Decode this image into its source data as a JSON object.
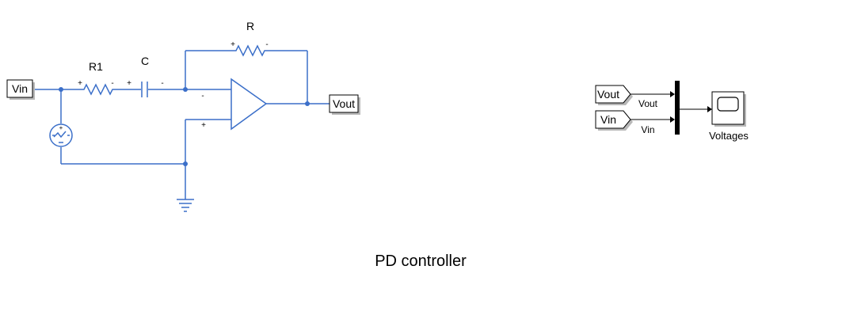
{
  "circuit": {
    "in_port": "Vin",
    "out_port": "Vout",
    "r1_label": "R1",
    "c_label": "C",
    "r_label": "R",
    "plus": "+",
    "minus": "-"
  },
  "scope_side": {
    "in_vout": "Vout",
    "in_vin": "Vin",
    "sig_vout": "Vout",
    "sig_vin": "Vin",
    "scope_name": "Voltages"
  },
  "model_title": "PD controller",
  "colors": {
    "physical_line": "#3b6fc9",
    "signal_line": "#000000",
    "block_shadow": "#b8b8b8"
  }
}
